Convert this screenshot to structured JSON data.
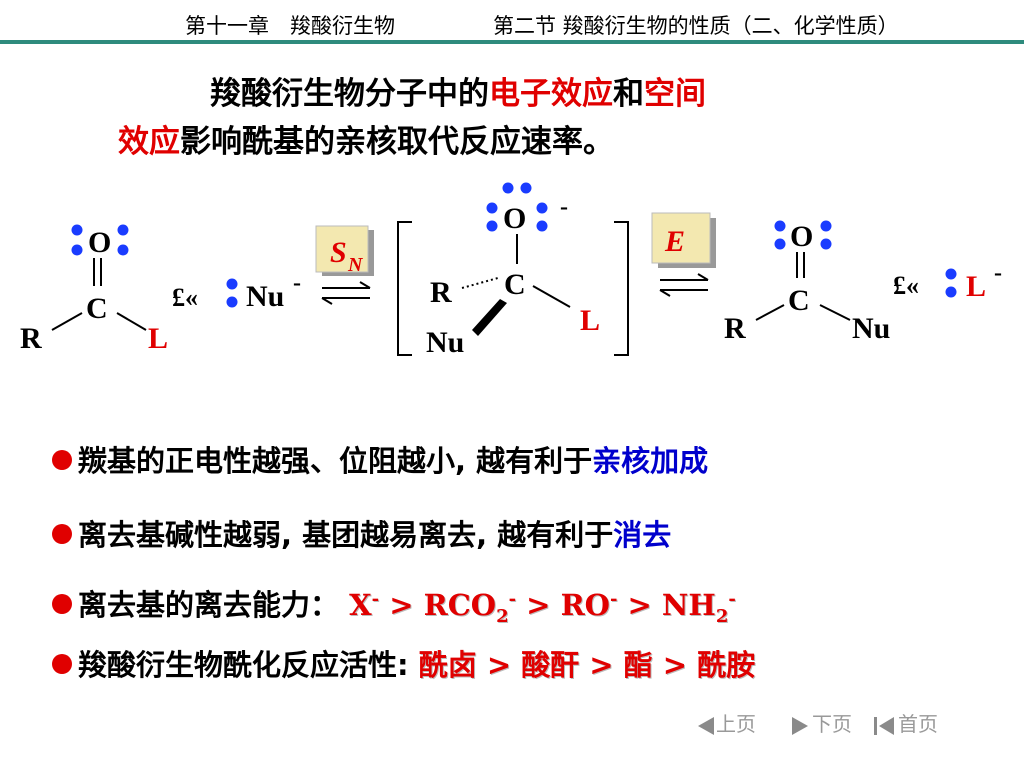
{
  "header": {
    "chapter": "第十一章　羧酸衍生物",
    "section": "第二节  羧酸衍生物的性质（二、化学性质）"
  },
  "intro": {
    "p1": "羧酸衍生物分子中的",
    "p2": "电子效应",
    "p3": "和",
    "p4": "空间",
    "p5": "效应",
    "p6": "影响酰基的亲核取代反应速率。"
  },
  "scheme": {
    "O": "O",
    "C": "C",
    "R": "R",
    "L": "L",
    "Nu": "Nu",
    "lone_pair_glyph": "£«",
    "neg": "-",
    "sn_S": "S",
    "sn_N": "N",
    "e_label": "E"
  },
  "bullets": {
    "b1_text": "羰基的正电性越强、位阻越小, 越有利于",
    "b1_hl": "亲核加成",
    "b2_text": "离去基碱性越弱, 基团越易离去, 越有利于",
    "b2_hl": "消去",
    "b3_text": "离去基的离去能力：",
    "b3_x": "X",
    "b3_gt1": " > RCO",
    "b3_sub2": "2",
    "b3_gt2": " > RO",
    "b3_gt3": " >  NH",
    "b3_neg": "-",
    "b4_text": "羧酸衍生物酰化反应活性:",
    "b4_hl": "酰卤 > 酸酐 > 酯 > 酰胺"
  },
  "nav": {
    "prev": "上页",
    "next": "下页",
    "home": "首页"
  },
  "colors": {
    "accent_red": "#e00000",
    "accent_blue": "#0000cc",
    "lone_pair_blue": "#1a3cff",
    "header_rule": "#2e8b7d",
    "badge_bg": "#f3e8b0"
  },
  "icons": [
    "prev-arrow-icon",
    "next-arrow-icon",
    "home-arrow-icon",
    "bullet-dot-icon"
  ]
}
